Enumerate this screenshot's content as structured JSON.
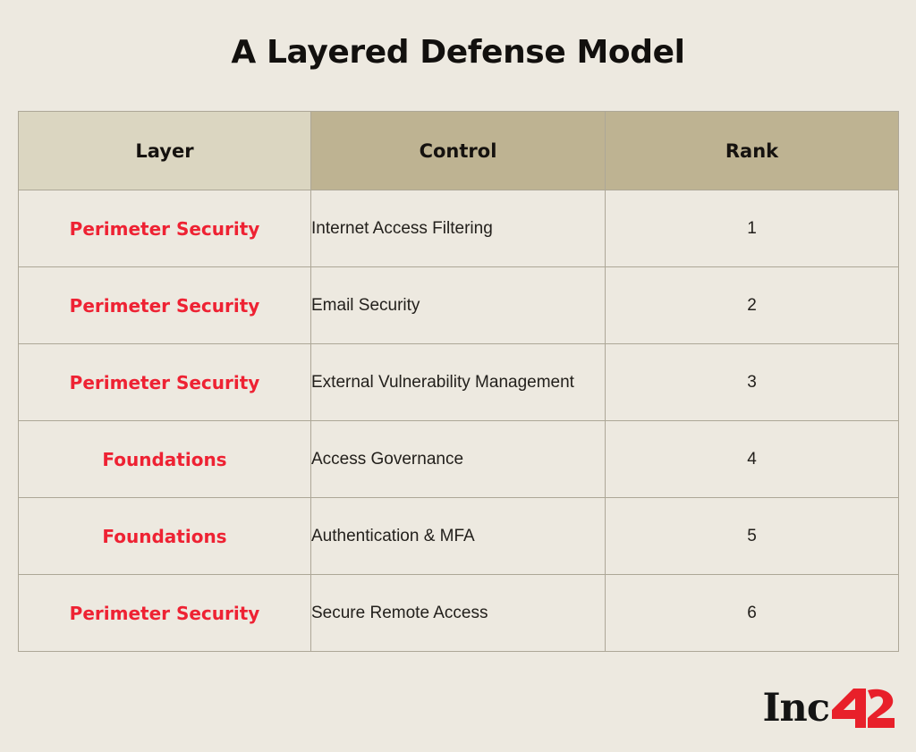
{
  "page": {
    "title": "A Layered Defense Model",
    "background_color": "#EDE9E0",
    "accent_color": "#EE2233"
  },
  "table": {
    "headers": {
      "layer": "Layer",
      "control": "Control",
      "rank": "Rank"
    },
    "header_colors": {
      "layer_bg": "#DBD6C1",
      "control_bg": "#BEB392",
      "rank_bg": "#BEB392",
      "border": "#ADA797"
    },
    "rows": [
      {
        "layer": "Perimeter Security",
        "control": "Internet Access Filtering",
        "rank": "1"
      },
      {
        "layer": "Perimeter Security",
        "control": "Email Security",
        "rank": "2"
      },
      {
        "layer": "Perimeter Security",
        "control": "External Vulnerability Management",
        "rank": "3"
      },
      {
        "layer": "Foundations",
        "control": "Access Governance",
        "rank": "4"
      },
      {
        "layer": "Foundations",
        "control": "Authentication & MFA",
        "rank": "5"
      },
      {
        "layer": "Perimeter Security",
        "control": "Secure Remote Access",
        "rank": "6"
      }
    ]
  },
  "logo": {
    "word": "Inc",
    "number": "42",
    "number_color": "#E8202A",
    "word_color": "#141414"
  }
}
